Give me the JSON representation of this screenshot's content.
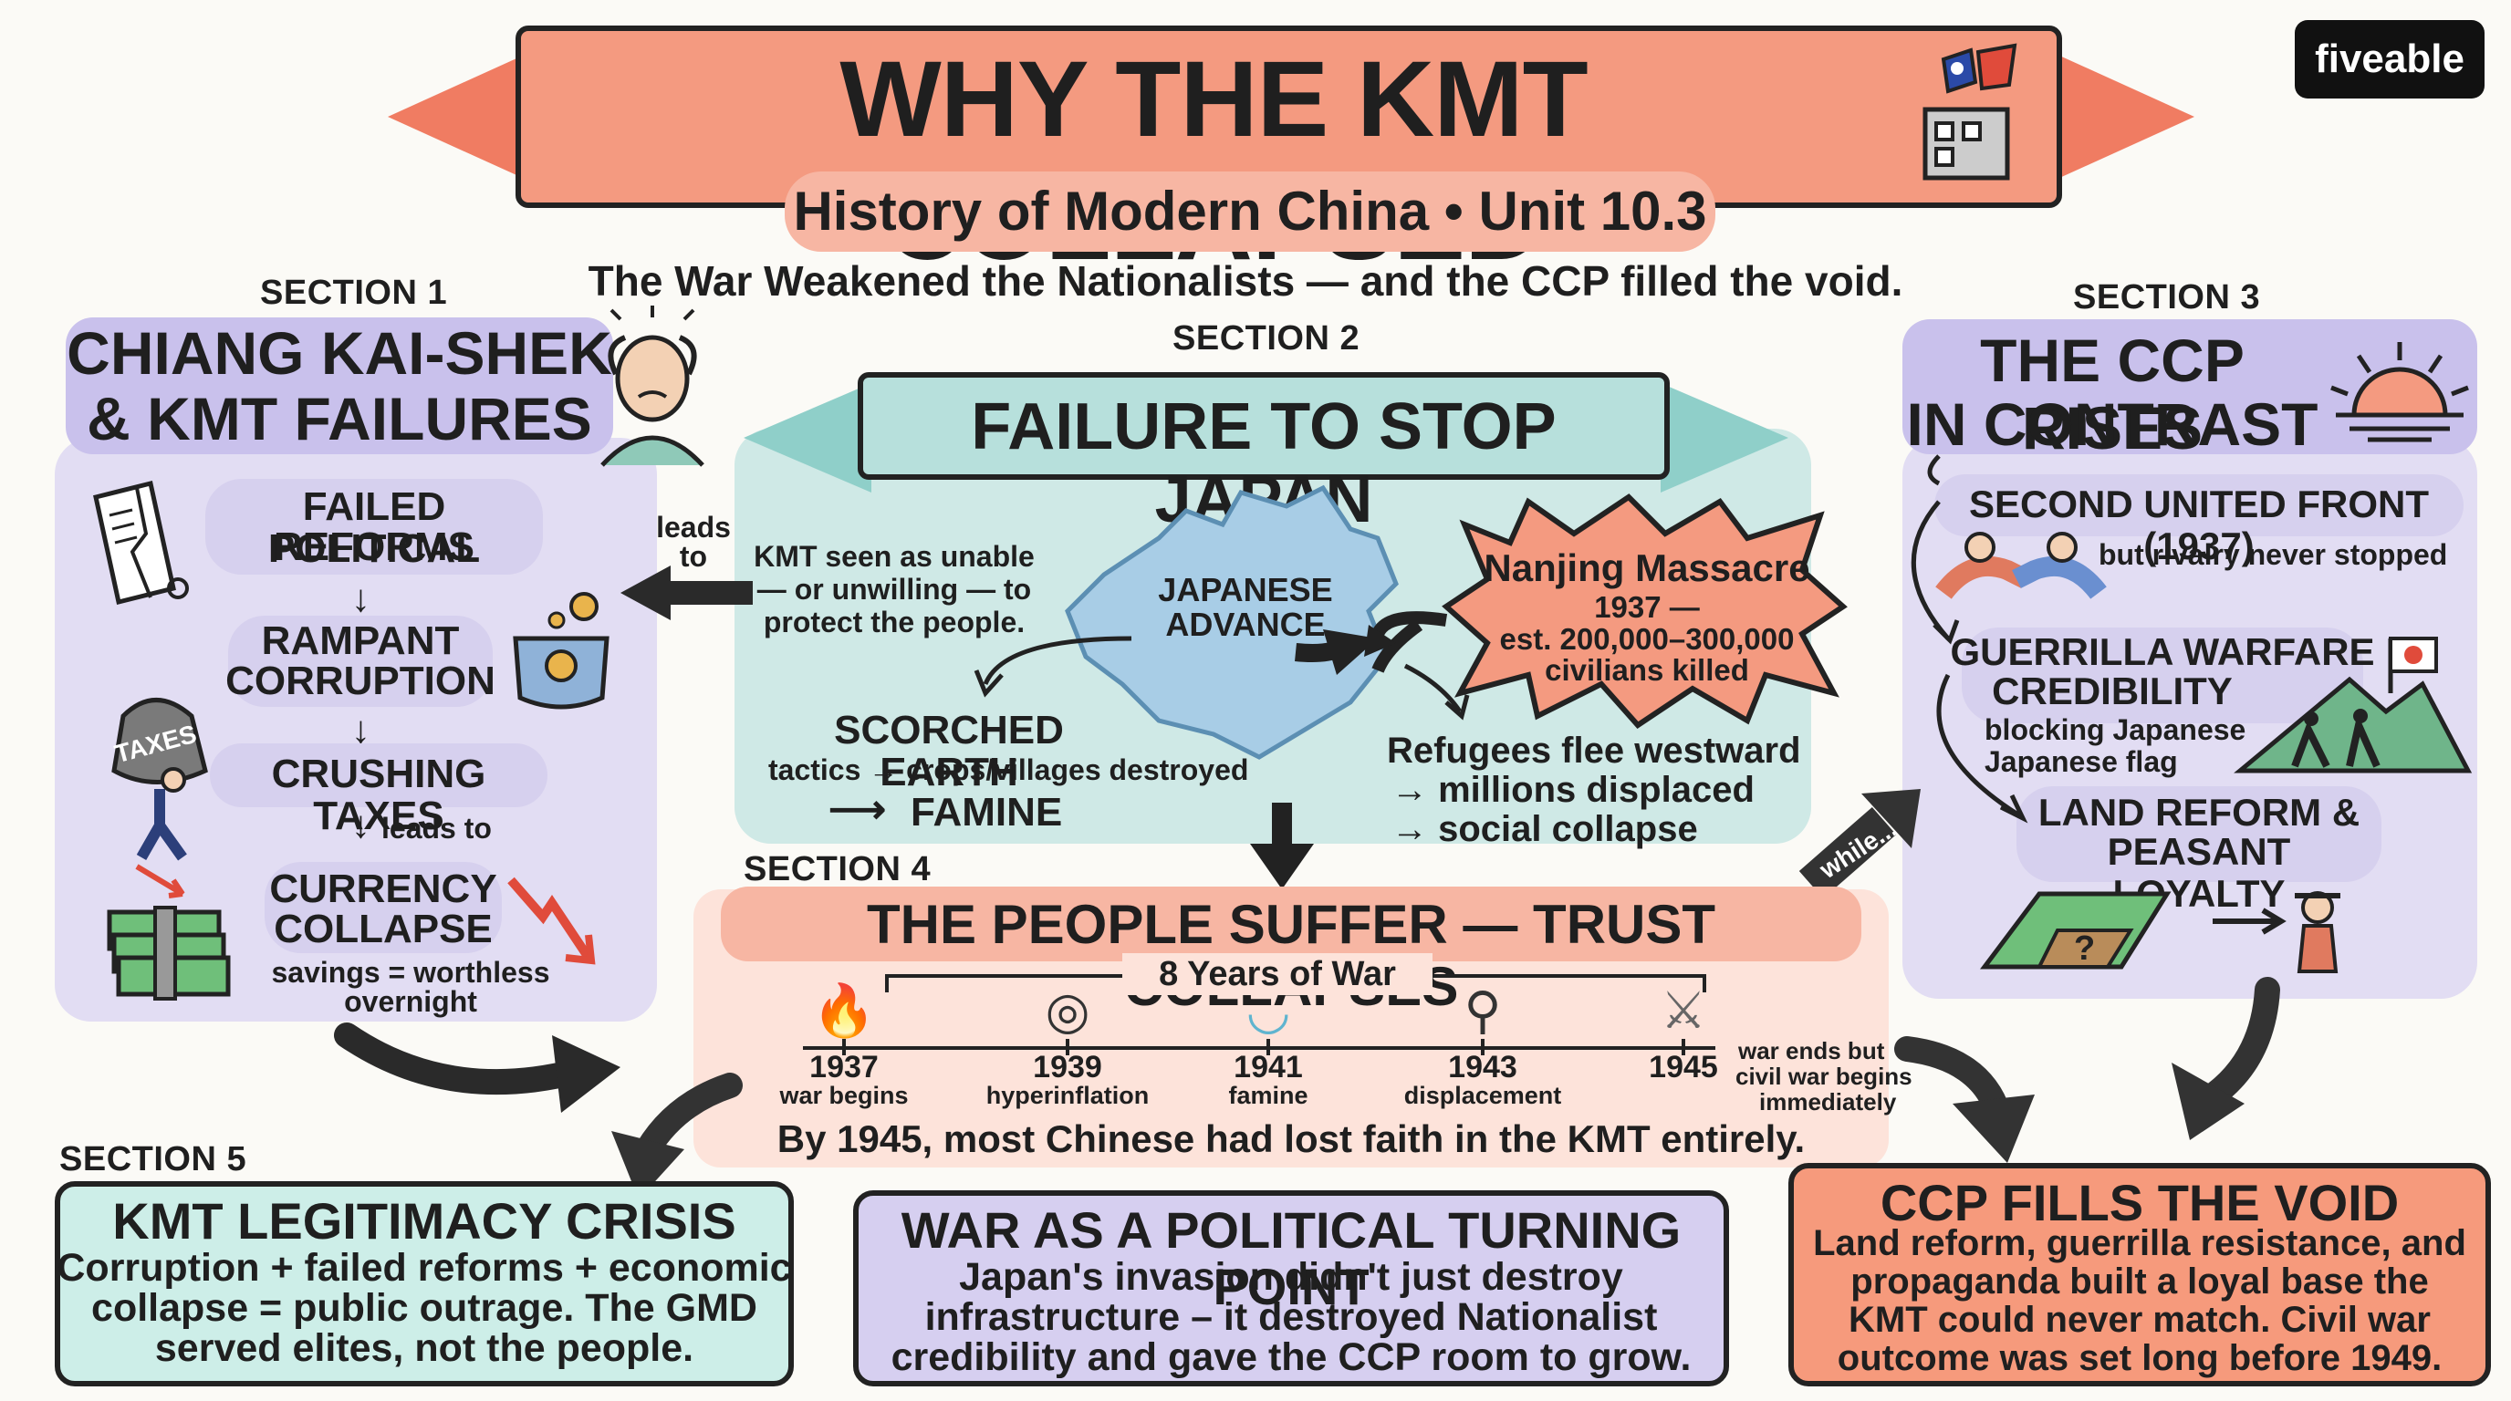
{
  "title": "WHY THE KMT COLLAPSED",
  "subtitle": "History of Modern China • Unit 10.3",
  "tagline": "The War Weakened the Nationalists — and the CCP filled the void.",
  "brand": "fiveable",
  "section1": {
    "label": "SECTION 1",
    "heading_line1": "CHIANG KAI-SHEK",
    "heading_line2": "& KMT FAILURES",
    "items": [
      {
        "line1": "FAILED POLITICAL",
        "line2": "REFORMS"
      },
      {
        "line1": "RAMPANT",
        "line2": "CORRUPTION"
      },
      {
        "line1": "CRUSHING TAXES",
        "line2": ""
      },
      {
        "line1": "CURRENCY",
        "line2": "COLLAPSE"
      }
    ],
    "leads_to": "leads to",
    "taxes_label": "TAXES",
    "savings_line1": "savings = worthless",
    "savings_line2": "overnight"
  },
  "section2": {
    "label": "SECTION 2",
    "banner": "FAILURE TO STOP JAPAN",
    "leads_line1": "leads",
    "leads_line2": "to",
    "kmt_seen_line1": "KMT seen as unable",
    "kmt_seen_line2": "— or unwilling — to",
    "kmt_seen_line3": "protect the people.",
    "japanese_advance_line1": "JAPANESE",
    "japanese_advance_line2": "ADVANCE",
    "nanjing_title": "Nanjing Massacre",
    "nanjing_year": "1937 —",
    "nanjing_est": "est. 200,000–300,000",
    "nanjing_killed": "civilians killed",
    "scorched_title": "SCORCHED EARTH",
    "scorched_sub": "tactics → crops/villages destroyed",
    "famine": "FAMINE",
    "refugees_line1": "Refugees flee westward",
    "refugees_line2": "→ millions displaced",
    "refugees_line3": "→ social collapse"
  },
  "section3": {
    "label": "SECTION 3",
    "heading_line1": "THE CCP RISES",
    "heading_line2": "IN CONTRAST",
    "front_title": "SECOND UNITED FRONT (1937)",
    "front_sub": "but rivalry never stopped",
    "guerrilla_line1": "GUERRILLA WARFARE",
    "guerrilla_line2": "CREDIBILITY",
    "guerrilla_sub1": "blocking Japanese",
    "guerrilla_sub2": "Japanese flag",
    "land_line1": "LAND REFORM &",
    "land_line2": "PEASANT LOYALTY",
    "while": "while..."
  },
  "section4": {
    "label": "SECTION 4",
    "heading": "THE PEOPLE SUFFER — TRUST COLLAPSES",
    "span_label": "8 Years of War",
    "timeline": [
      {
        "year": "1937",
        "caption": "war begins",
        "icon": "fire-icon"
      },
      {
        "year": "1939",
        "caption": "hyperinflation",
        "icon": "spiral-icon"
      },
      {
        "year": "1941",
        "caption": "famine",
        "icon": "empty-bowl-icon"
      },
      {
        "year": "1943",
        "caption": "displacement",
        "icon": "walking-people-icon"
      },
      {
        "year": "1945",
        "caption": "",
        "icon": "crossed-swords-icon"
      }
    ],
    "end_note_line1": "war ends but",
    "end_note_line2": "civil war begins",
    "end_note_line3": "immediately",
    "conclusion": "By 1945, most Chinese had lost faith in the KMT entirely."
  },
  "section5": {
    "label": "SECTION 5",
    "heading": "KMT LEGITIMACY CRISIS",
    "body_line1": "Corruption + failed reforms + economic",
    "body_line2": "collapse = public outrage. The GMD",
    "body_line3": "served elites, not the people."
  },
  "turning_point": {
    "heading": "WAR AS A POLITICAL TURNING POINT",
    "body_line1": "Japan's invasion didn't just destroy",
    "body_line2": "infrastructure – it destroyed Nationalist",
    "body_line3": "credibility and gave the CCP room to grow."
  },
  "ccp_void": {
    "heading": "CCP FILLS THE VOID",
    "body_line1": "Land reform, guerrilla resistance, and",
    "body_line2": "propaganda built a loyal base the",
    "body_line3": "KMT could never match. Civil war",
    "body_line4": "outcome was set long before 1949."
  },
  "colors": {
    "coral": "#f49a80",
    "lavender": "#e2ddf3",
    "mint": "#cfe9e6",
    "peach": "#fde3da",
    "teal_box": "#cdeee8",
    "purple_box": "#d6cff0",
    "orange_box": "#f69a7c"
  }
}
